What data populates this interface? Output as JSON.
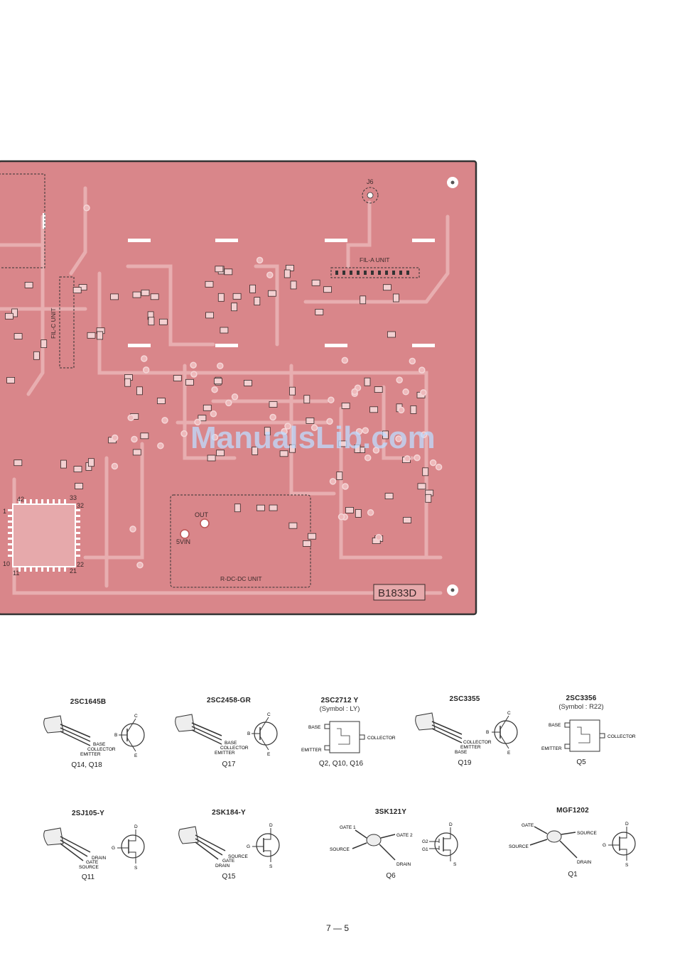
{
  "board": {
    "labels": {
      "j6": "J6",
      "fil_a": "FIL-A UNIT",
      "fil_c": "FIL-C UNIT",
      "rdcdc": "R-DC-DC UNIT",
      "out": "OUT",
      "vin": "5VIN",
      "code": "B1833D",
      "ic_42": "42",
      "ic_33": "33",
      "ic_32": "32",
      "ic_1": "1",
      "ic_10": "10",
      "ic_11": "11",
      "ic_21": "21",
      "ic_22": "22"
    },
    "colors": {
      "board": "#d9868a",
      "trace": "#e8aeb0",
      "frame": "#333333"
    }
  },
  "watermark": "ManualsLib.com",
  "parts": [
    {
      "name": "2SC1645B",
      "subtitle": "",
      "refs": "Q14, Q18",
      "pins": [
        "BASE",
        "COLLECTOR",
        "EMITTER"
      ],
      "symbol_pins": [
        "C",
        "B",
        "E"
      ]
    },
    {
      "name": "2SC2458-GR",
      "subtitle": "",
      "refs": "Q17",
      "pins": [
        "BASE",
        "COLLECTOR",
        "EMITTER"
      ],
      "symbol_pins": [
        "C",
        "B",
        "E"
      ]
    },
    {
      "name": "2SC2712 Y",
      "subtitle": "(Symbol : LY)",
      "refs": "Q2, Q10, Q16",
      "pins": [
        "BASE",
        "EMITTER",
        "COLLECTOR"
      ]
    },
    {
      "name": "2SC3355",
      "subtitle": "",
      "refs": "Q19",
      "pins": [
        "COLLECTOR",
        "EMITTER",
        "BASE"
      ],
      "symbol_pins": [
        "C",
        "B",
        "E"
      ]
    },
    {
      "name": "2SC3356",
      "subtitle": "(Symbol : R22)",
      "refs": "Q5",
      "pins": [
        "BASE",
        "EMITTER",
        "COLLECTOR"
      ]
    },
    {
      "name": "2SJ105-Y",
      "subtitle": "",
      "refs": "Q11",
      "pins": [
        "DRAIN",
        "GATE",
        "SOURCE"
      ],
      "symbol_pins": [
        "D",
        "G",
        "S"
      ]
    },
    {
      "name": "2SK184-Y",
      "subtitle": "",
      "refs": "Q15",
      "pins": [
        "SOURCE",
        "GATE",
        "DRAIN"
      ],
      "symbol_pins": [
        "D",
        "G",
        "S"
      ]
    },
    {
      "name": "3SK121Y",
      "subtitle": "",
      "refs": "Q6",
      "pins": [
        "GATE 1",
        "GATE 2",
        "SOURCE",
        "DRAIN"
      ],
      "symbol_pins": [
        "D",
        "G2",
        "G1",
        "S"
      ]
    },
    {
      "name": "MGF1202",
      "subtitle": "",
      "refs": "Q1",
      "pins": [
        "GATE",
        "SOURCE",
        "SOURCE",
        "DRAIN"
      ],
      "symbol_pins": [
        "D",
        "G",
        "S"
      ]
    }
  ],
  "page_number": "7 — 5"
}
